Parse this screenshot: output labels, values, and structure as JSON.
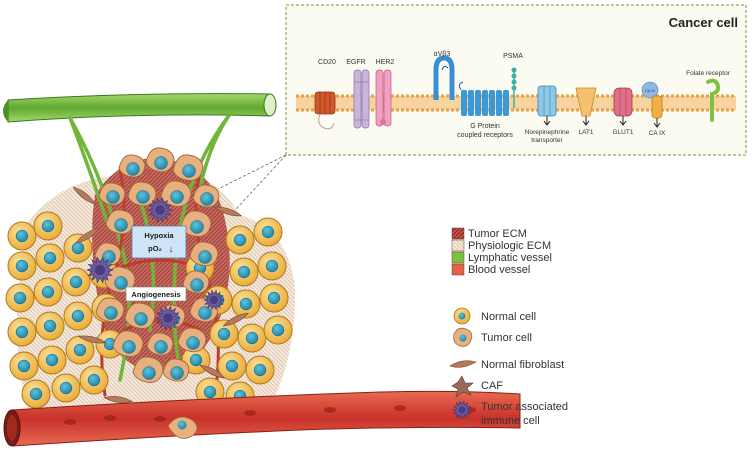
{
  "inset": {
    "title": "Cancer cell",
    "receptors": {
      "cd20": "CD20",
      "egfr": "EGFR",
      "her2": "HER2",
      "avb3": "αVβ3",
      "psma": "PSMA",
      "gpcr_line1": "G Protein",
      "gpcr_line2": "coupled receptors",
      "net_line1": "Norepinephrine",
      "net_line2": "transporter",
      "lat1": "LAT1",
      "glut1": "GLUT1",
      "ca9": "CA IX",
      "ca9_bubble": "CA IX",
      "folate": "Folate receptor"
    }
  },
  "tissue": {
    "hypoxia_line1": "Hypoxia",
    "hypoxia_line2": "pO₂",
    "hypoxia_arrow": "↓",
    "angiogenesis": "Angiogenesis"
  },
  "legend": {
    "ecm": [
      {
        "label": "Tumor ECM",
        "color": "#b5443f"
      },
      {
        "label": "Physiologic ECM",
        "color": "#f1e3d6"
      },
      {
        "label": "Lymphatic vessel",
        "color": "#7fc241"
      },
      {
        "label": "Blood vessel",
        "color": "#e3604a"
      }
    ],
    "cells": {
      "normal_cell": "Normal cell",
      "tumor_cell": "Tumor cell",
      "normal_fibroblast": "Normal fibroblast",
      "caf": "CAF",
      "immune_line1": "Tumor associated",
      "immune_line2": "immune cell"
    }
  },
  "colors": {
    "inset_border": "#8a8a3c",
    "membrane": "#f0a848",
    "lymphatic": "#7fc241",
    "blood": "#d9402e",
    "normal_cell": "#f2bd4a",
    "nucleus": "#2a9dbd",
    "tumor_cell": "#e8b07e",
    "immune": "#6a5a9e"
  }
}
